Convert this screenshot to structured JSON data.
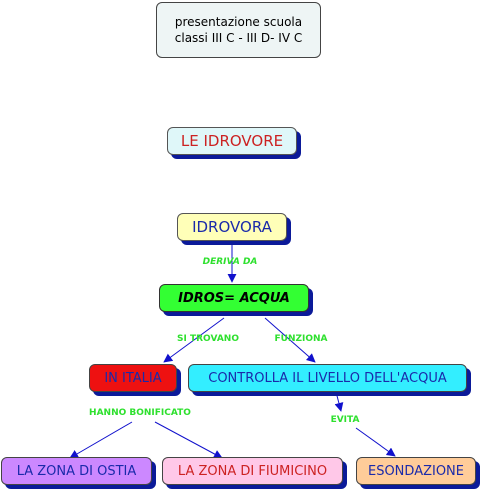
{
  "nodes": {
    "header": {
      "line1": "presentazione scuola",
      "line2": "classi III C - III D- IV C",
      "bg": "#eef5f5"
    },
    "title": {
      "text": "LE IDROVORE",
      "bg": "#dff7f9",
      "color": "#cc2222"
    },
    "idrovora": {
      "text": "IDROVORA",
      "bg": "#ffffb8",
      "color": "#1a2aaa"
    },
    "idros": {
      "text": "IDROS= ACQUA",
      "bg": "#33ff33",
      "color": "#000000"
    },
    "in_italia": {
      "text": "IN ITALIA",
      "bg": "#ee1111",
      "color": "#1a2aaa"
    },
    "controlla": {
      "text": "CONTROLLA IL LIVELLO DELL'ACQUA",
      "bg": "#33eeff",
      "color": "#1a2aaa"
    },
    "ostia": {
      "text": "LA ZONA DI OSTIA",
      "bg": "#cc88ff",
      "color": "#1a2aaa"
    },
    "fiumicino": {
      "text": "LA ZONA DI FIUMICINO",
      "bg": "#ffc8e8",
      "color": "#cc2222"
    },
    "esondazione": {
      "text": "ESONDAZIONE",
      "bg": "#ffcc99",
      "color": "#1a2aaa"
    }
  },
  "links": {
    "deriva_da": "DERIVA DA",
    "si_trovano": "SI TROVANO",
    "funziona": "FUNZIONA",
    "hanno_bonificato": "HANNO BONIFICATO",
    "evita": "EVITA"
  },
  "colors": {
    "arrow": "#1111cc",
    "link_label": "#2ee02e",
    "shadow": "#0b1a99"
  }
}
